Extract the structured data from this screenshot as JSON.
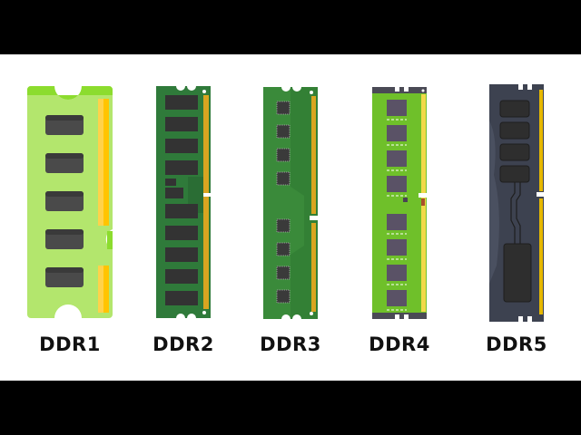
{
  "modules": [
    {
      "id": "ddr1",
      "label": "DDR1",
      "pcb_color": "#b3e66d",
      "edge_color": "#8cdc2e",
      "chip_color": "#4a4a4a",
      "contact_color": "#ffd24a"
    },
    {
      "id": "ddr2",
      "label": "DDR2",
      "pcb_color": "#2f7a3a",
      "edge_color": "#256630",
      "chip_color": "#333333",
      "contact_color": "#d9a520"
    },
    {
      "id": "ddr3",
      "label": "DDR3",
      "pcb_color": "#3a8a3a",
      "edge_color": "#2f7530",
      "chip_color": "#3a3a3a",
      "contact_color": "#d9a520"
    },
    {
      "id": "ddr4",
      "label": "DDR4",
      "pcb_color": "#6fc02a",
      "edge_color": "#4a4a55",
      "chip_color": "#5a5266",
      "contact_color": "#f2d84a"
    },
    {
      "id": "ddr5",
      "label": "DDR5",
      "pcb_color": "#3d4250",
      "edge_color": "#2e323c",
      "chip_color": "#2e2e2e",
      "contact_color": "#e6b800"
    }
  ]
}
